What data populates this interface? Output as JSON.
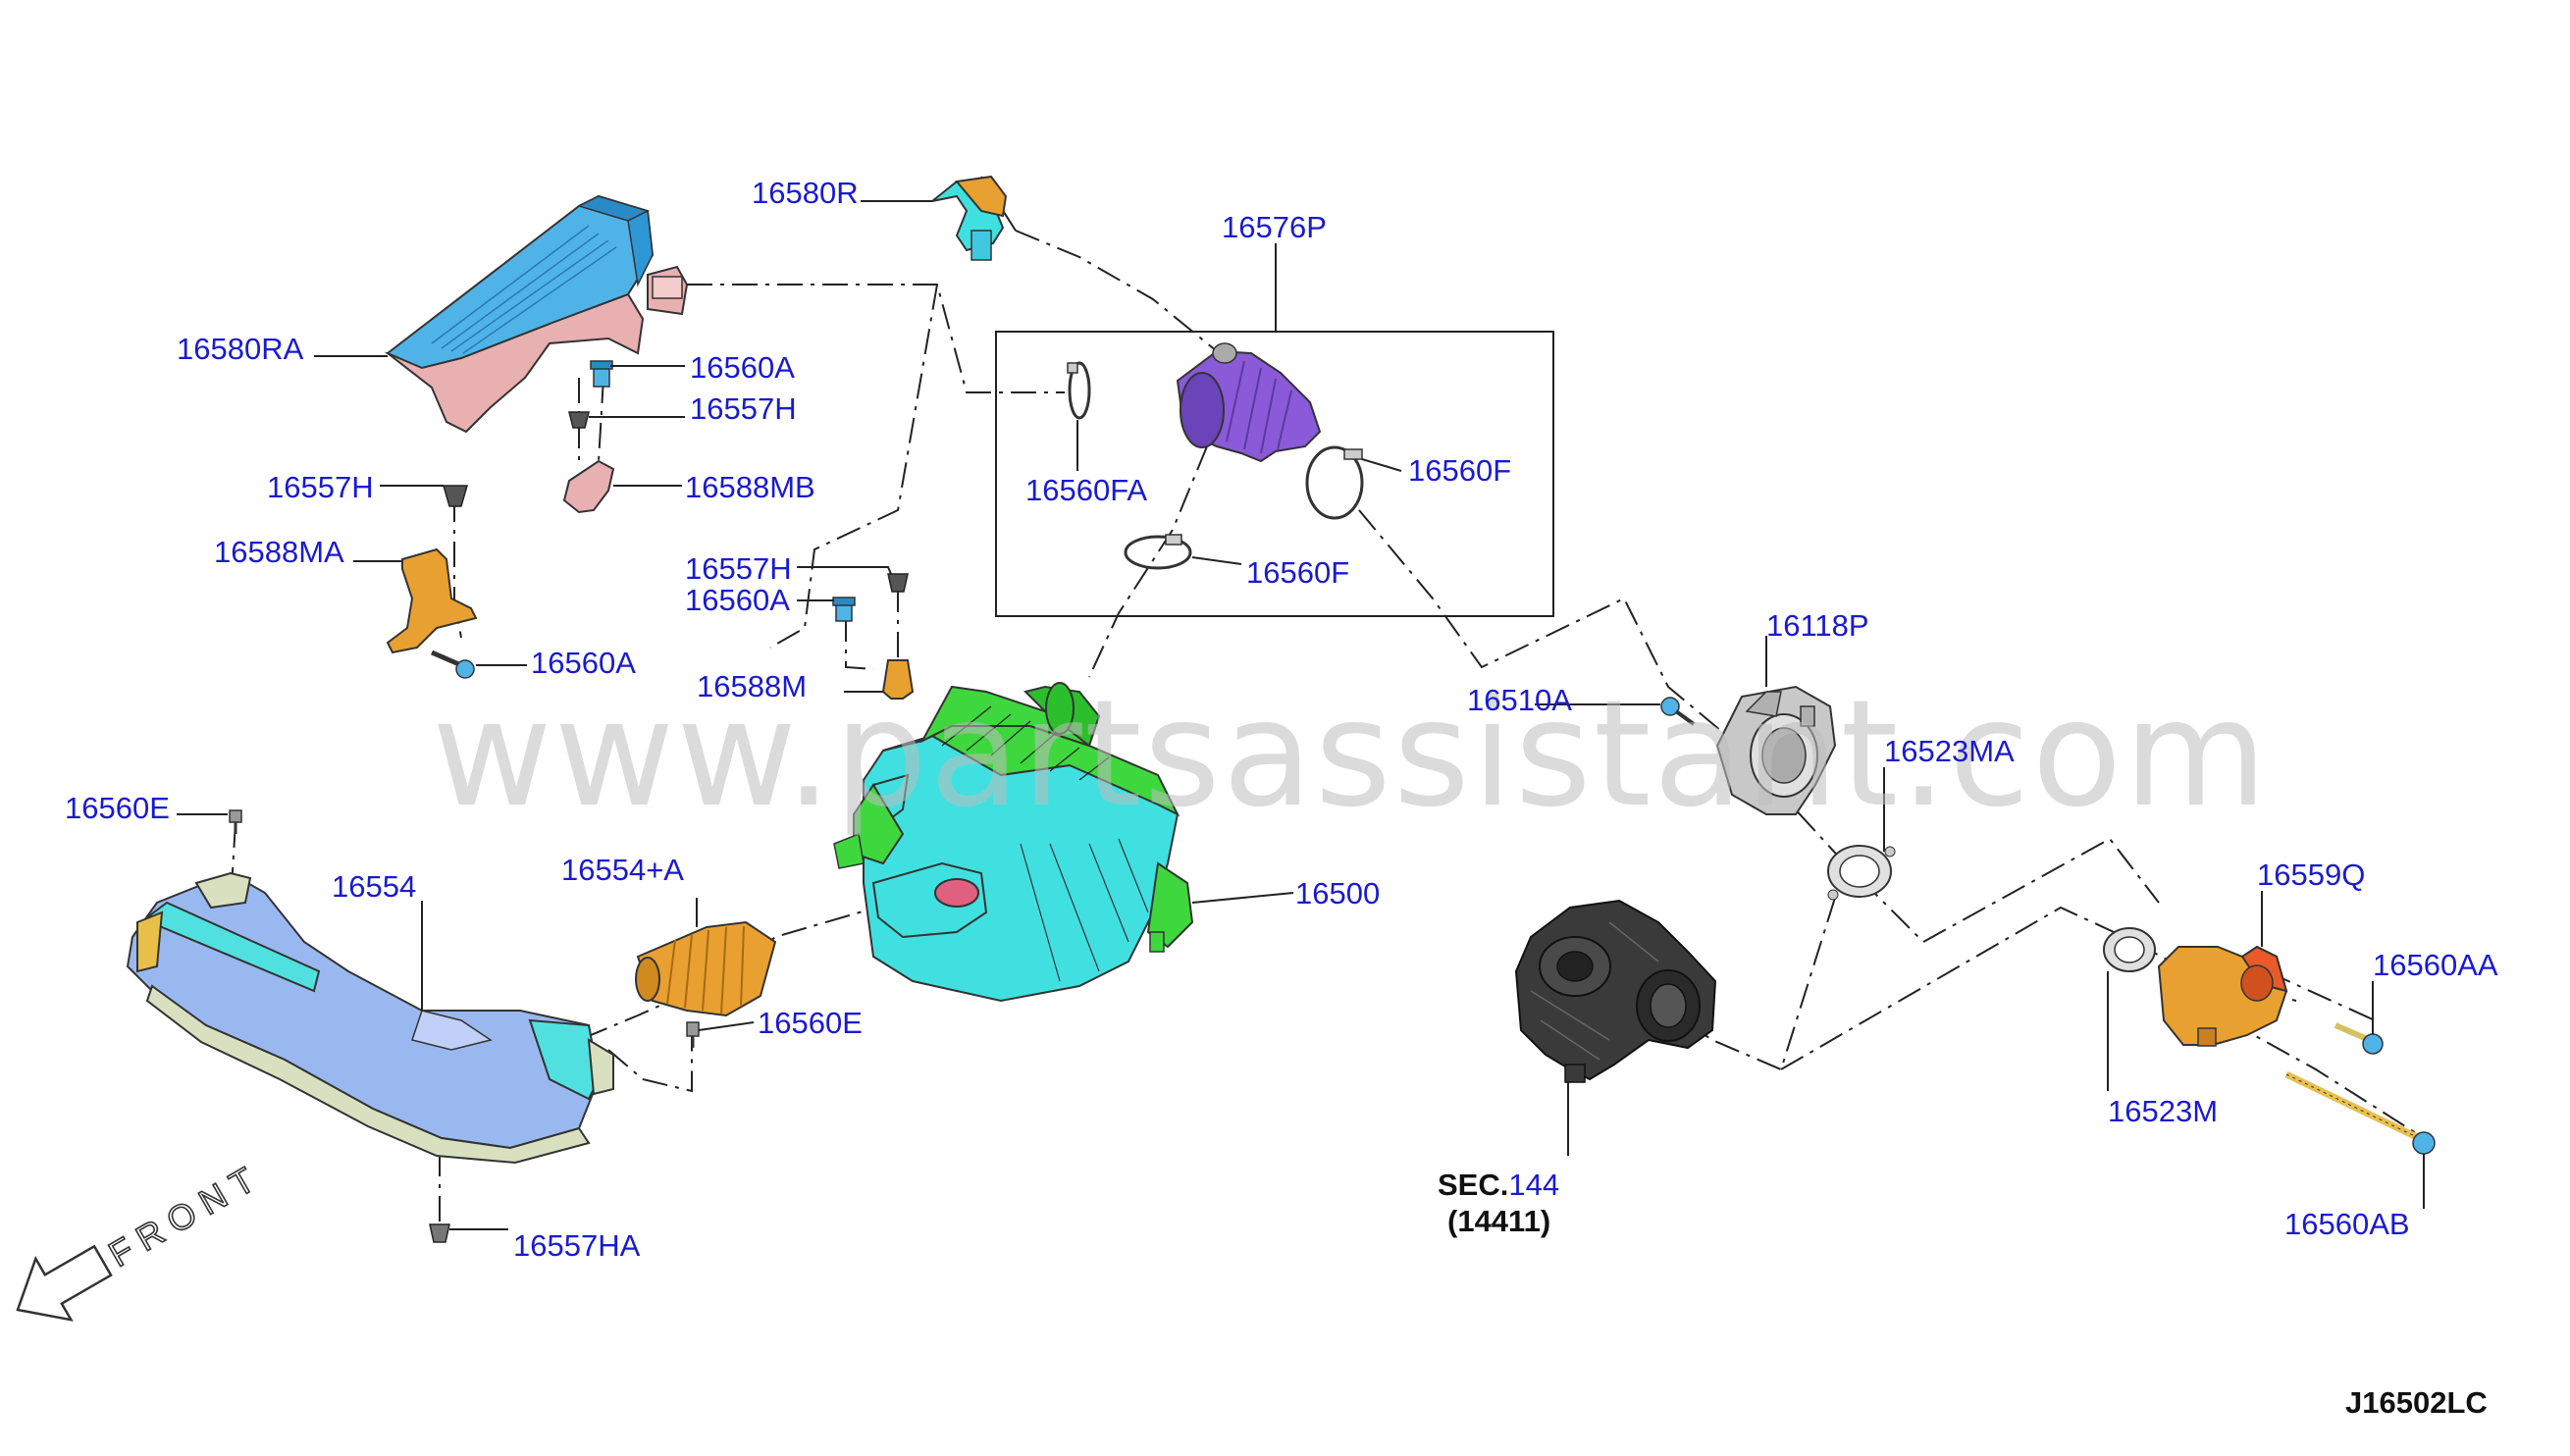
{
  "watermark": "www.partsassistant.com",
  "diagram_code": "J16502LC",
  "front_label": "FRONT",
  "section_ref": {
    "prefix": "SEC.",
    "number": "144",
    "code": "(14411)"
  },
  "parts": {
    "p16580R": "16580R",
    "p16576P": "16576P",
    "p16580RA": "16580RA",
    "p16560A_1": "16560A",
    "p16557H_1": "16557H",
    "p16588MB": "16588MB",
    "p16557H_2": "16557H",
    "p16588MA": "16588MA",
    "p16560A_2": "16560A",
    "p16557H_3": "16557H",
    "p16560A_3": "16560A",
    "p16588M": "16588M",
    "p16560FA": "16560FA",
    "p16560F_1": "16560F",
    "p16560F_2": "16560F",
    "p16118P": "16118P",
    "p16510A": "16510A",
    "p16523MA": "16523MA",
    "p16560E_1": "16560E",
    "p16554": "16554",
    "p16554A": "16554+A",
    "p16500": "16500",
    "p16560E_2": "16560E",
    "p16557HA": "16557HA",
    "p16559Q": "16559Q",
    "p16560AA": "16560AA",
    "p16523M": "16523M",
    "p16560AB": "16560AB"
  },
  "colors": {
    "label_blue": "#1a1ad0",
    "duct_blue": "#4fb3e8",
    "resonator_pink": "#e8b0b0",
    "bracket_orange": "#e8a030",
    "hose_purple": "#8a5ad8",
    "airbox_green": "#3ed83e",
    "airbox_cyan": "#40e0e0",
    "inlet_duct_blue": "#9ab8f0",
    "inlet_duct_cyan": "#50e0e0",
    "throttle_gray": "#c8c8c8",
    "turbo_dark": "#3a3a3a"
  }
}
